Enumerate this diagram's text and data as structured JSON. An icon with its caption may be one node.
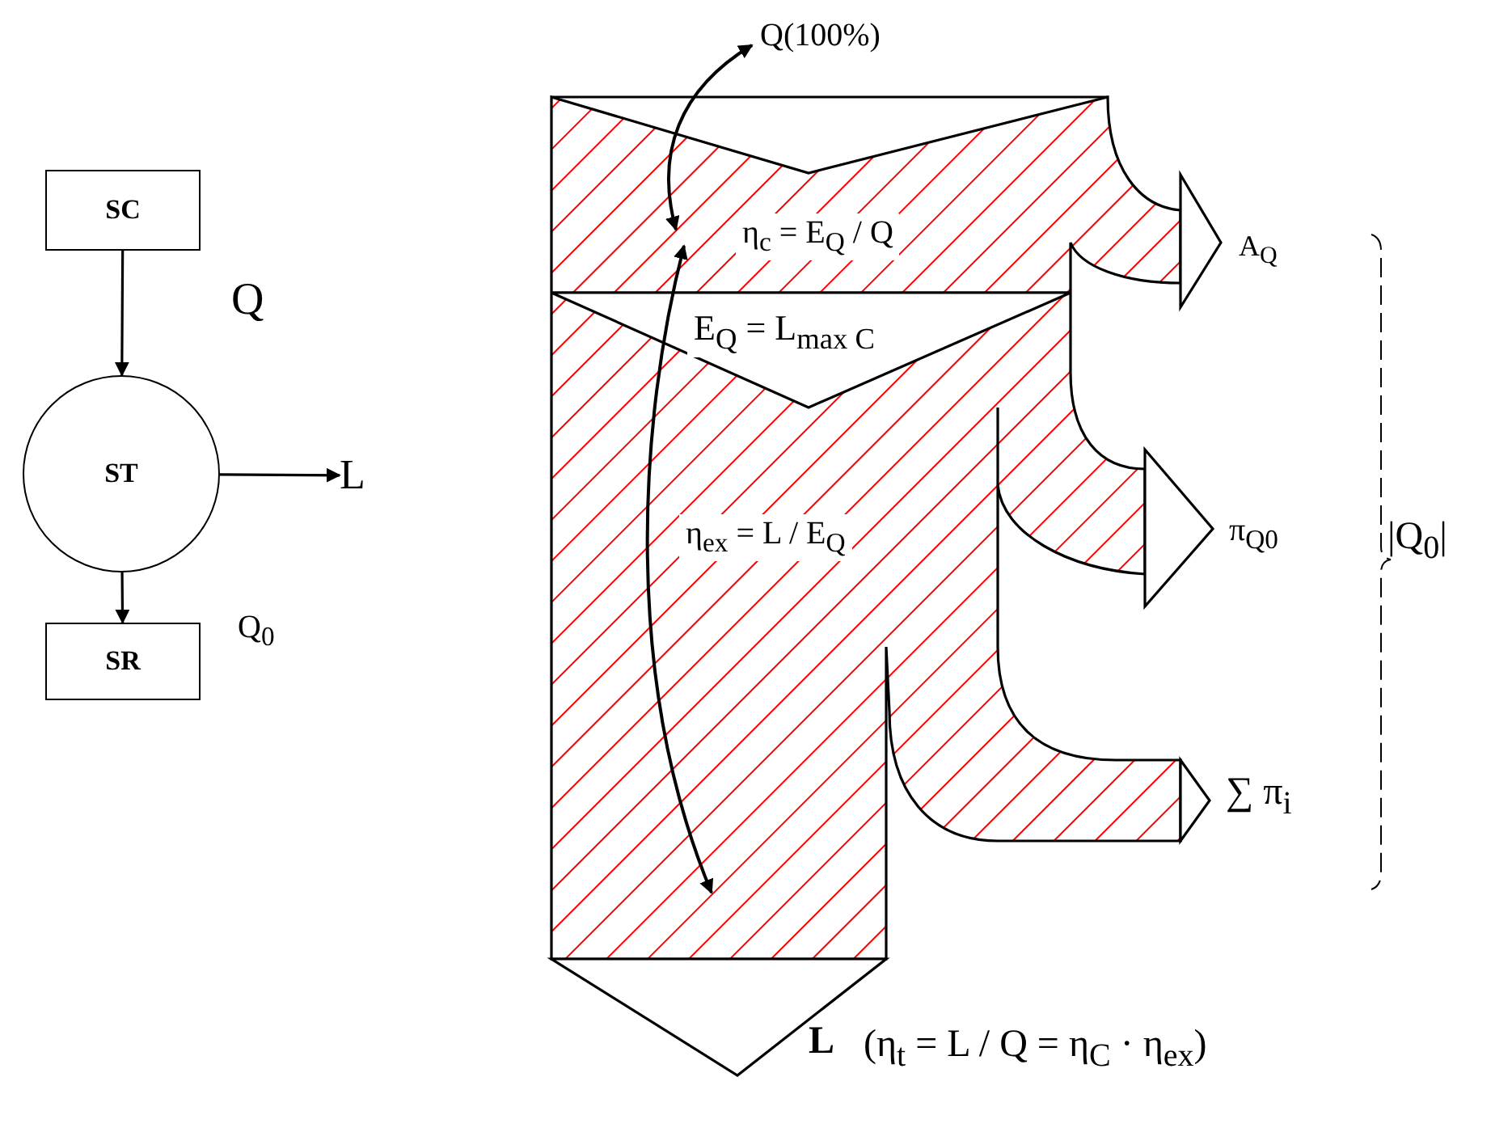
{
  "diagram": {
    "nodes": [
      {
        "text": [
          "SC"
        ]
      },
      {
        "text": [
          "ST"
        ]
      },
      {
        "text": [
          "SR"
        ]
      },
      {
        "text": [
          "L"
        ]
      }
    ],
    "edges": [
      {
        "from": 0,
        "to": 1,
        "arrow": "to",
        "label": "Q"
      },
      {
        "from": 1,
        "to": 3,
        "arrow": "to"
      },
      {
        "from": 1,
        "to": 2,
        "arrow": "to",
        "label": "Q$_{0}$"
      }
    ],
    "labels": [
      "Q(100%)",
      "η$_{c}$ = E$_{Q}$ / Q",
      "E$_{Q}$ = L$_{max C}$",
      "A$_{Q}$",
      "η$_{ex}$ = L / E$_{Q}$",
      "π$_{Q0}$",
      "|Q$_{0}$|",
      "∑ π$_{i}$",
      "L",
      "(η$_{t}$ = L / Q = η$_{C}$ · η$_{ex}$)"
    ]
  }
}
